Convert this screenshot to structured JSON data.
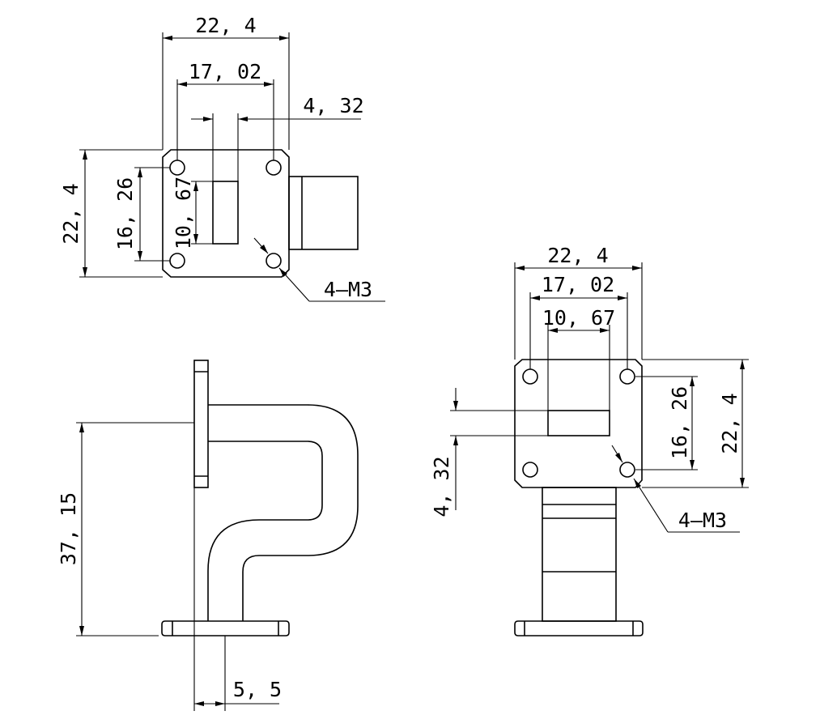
{
  "colors": {
    "line": "#000000",
    "background": "#ffffff"
  },
  "top_view": {
    "overall_width": "22, 4",
    "hole_spacing_x": "17, 02",
    "aperture_width": "4, 32",
    "overall_height": "22, 4",
    "hole_spacing_y": "16, 26",
    "aperture_height": "10, 67",
    "holes_callout": "4—M3"
  },
  "side_view": {
    "height": "37, 15",
    "offset": "5, 5"
  },
  "front_view": {
    "overall_width": "22, 4",
    "hole_spacing_x": "17, 02",
    "aperture_width": "10, 67",
    "aperture_height": "4, 32",
    "hole_spacing_y": "16, 26",
    "overall_height": "22, 4",
    "holes_callout": "4—M3"
  }
}
